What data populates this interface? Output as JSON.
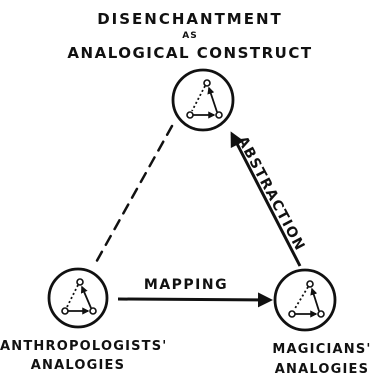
{
  "nodes": {
    "top": {
      "label_line1": "DISENCHANTMENT",
      "label_line2": "AS",
      "label_line3": "ANALOGICAL CONSTRUCT"
    },
    "left": {
      "label_line1": "ANTHROPOLOGISTS'",
      "label_line2": "ANALOGIES"
    },
    "right": {
      "label_line1": "MAGICIANS'",
      "label_line2": "ANALOGIES"
    }
  },
  "edges": {
    "mapping": {
      "label": "MAPPING",
      "style": "solid-arrow",
      "from": "left",
      "to": "right"
    },
    "abstraction": {
      "label": "ABSTRACTION",
      "style": "solid-arrow",
      "from": "right",
      "to": "top"
    },
    "link": {
      "style": "dashed",
      "from": "top",
      "to": "left"
    }
  },
  "colors": {
    "ink": "#111111",
    "background": "#ffffff"
  }
}
